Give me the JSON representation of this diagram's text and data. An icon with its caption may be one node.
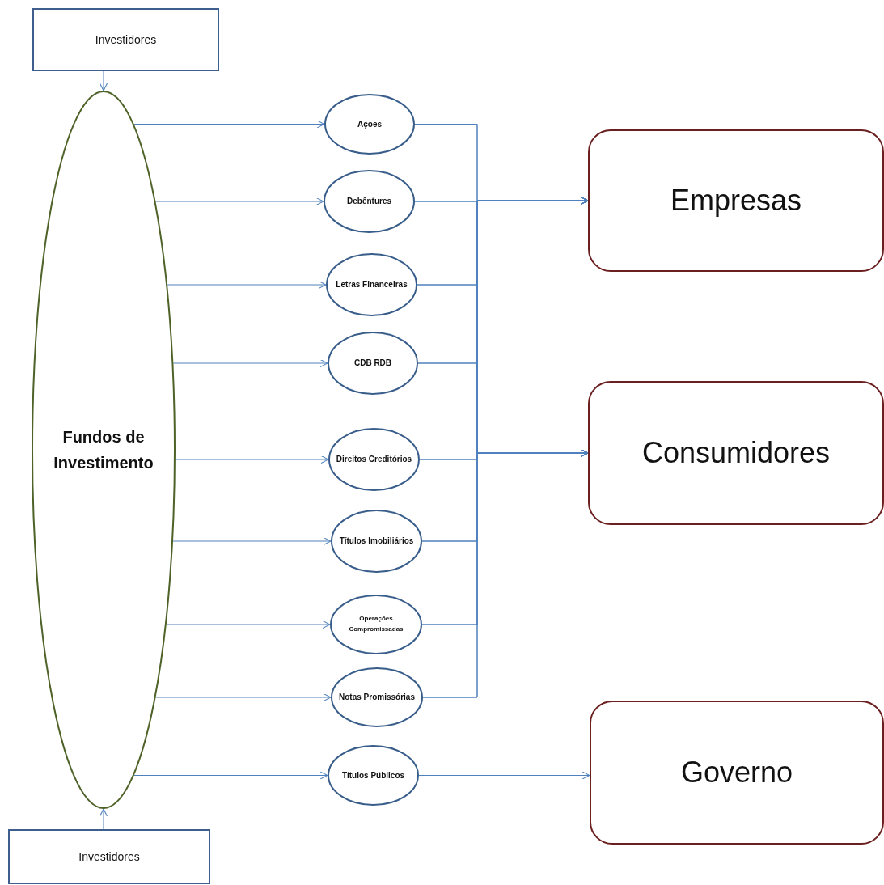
{
  "diagram": {
    "nodes": [
      {
        "text": [
          "Investidores"
        ]
      },
      {
        "text": [
          "Fundos de Investimento"
        ]
      },
      {
        "text": [
          "Ações"
        ]
      },
      {
        "text": [
          "Debêntures"
        ]
      },
      {
        "text": [
          "Letras Financeiras"
        ]
      },
      {
        "text": [
          "CDB RDB"
        ]
      },
      {
        "text": [
          "Direitos Creditórios"
        ]
      },
      {
        "text": [
          "Títulos Imobiliários"
        ]
      },
      {
        "text": [
          "Operações Compromissadas"
        ]
      },
      {
        "text": [
          "Notas Promissórias"
        ]
      },
      {
        "text": [
          "Títulos Públicos"
        ]
      },
      {
        "text": [
          "Empresas"
        ]
      },
      {
        "text": [
          "Consumidores"
        ]
      },
      {
        "text": [
          "Governo"
        ]
      },
      {
        "text": [
          "Investidores"
        ]
      }
    ],
    "edges": [
      {
        "from": 0,
        "to": 1,
        "arrow": "to"
      },
      {
        "from": 14,
        "to": 1,
        "arrow": "to"
      },
      {
        "from": 1,
        "to": 2,
        "arrow": "to"
      },
      {
        "from": 1,
        "to": 3,
        "arrow": "to"
      },
      {
        "from": 1,
        "to": 4,
        "arrow": "to"
      },
      {
        "from": 1,
        "to": 5,
        "arrow": "to"
      },
      {
        "from": 1,
        "to": 6,
        "arrow": "to"
      },
      {
        "from": 1,
        "to": 7,
        "arrow": "to"
      },
      {
        "from": 1,
        "to": 8,
        "arrow": "to"
      },
      {
        "from": 1,
        "to": 9,
        "arrow": "to"
      },
      {
        "from": 1,
        "to": 10,
        "arrow": "to"
      },
      {
        "from": 2,
        "to": 11,
        "arrow": "to"
      },
      {
        "from": 3,
        "to": 11,
        "arrow": "to"
      },
      {
        "from": 4,
        "to": 11,
        "arrow": "to"
      },
      {
        "from": 5,
        "to": 11,
        "arrow": "to"
      },
      {
        "from": 6,
        "to": 11,
        "arrow": "to"
      },
      {
        "from": 7,
        "to": 11,
        "arrow": "to"
      },
      {
        "from": 8,
        "to": 11,
        "arrow": "to"
      },
      {
        "from": 9,
        "to": 11,
        "arrow": "to"
      },
      {
        "from": 2,
        "to": 12,
        "arrow": "to"
      },
      {
        "from": 3,
        "to": 12,
        "arrow": "to"
      },
      {
        "from": 4,
        "to": 12,
        "arrow": "to"
      },
      {
        "from": 5,
        "to": 12,
        "arrow": "to"
      },
      {
        "from": 6,
        "to": 12,
        "arrow": "to"
      },
      {
        "from": 7,
        "to": 12,
        "arrow": "to"
      },
      {
        "from": 8,
        "to": 12,
        "arrow": "to"
      },
      {
        "from": 9,
        "to": 12,
        "arrow": "to"
      },
      {
        "from": 10,
        "to": 13,
        "arrow": "to"
      }
    ]
  }
}
